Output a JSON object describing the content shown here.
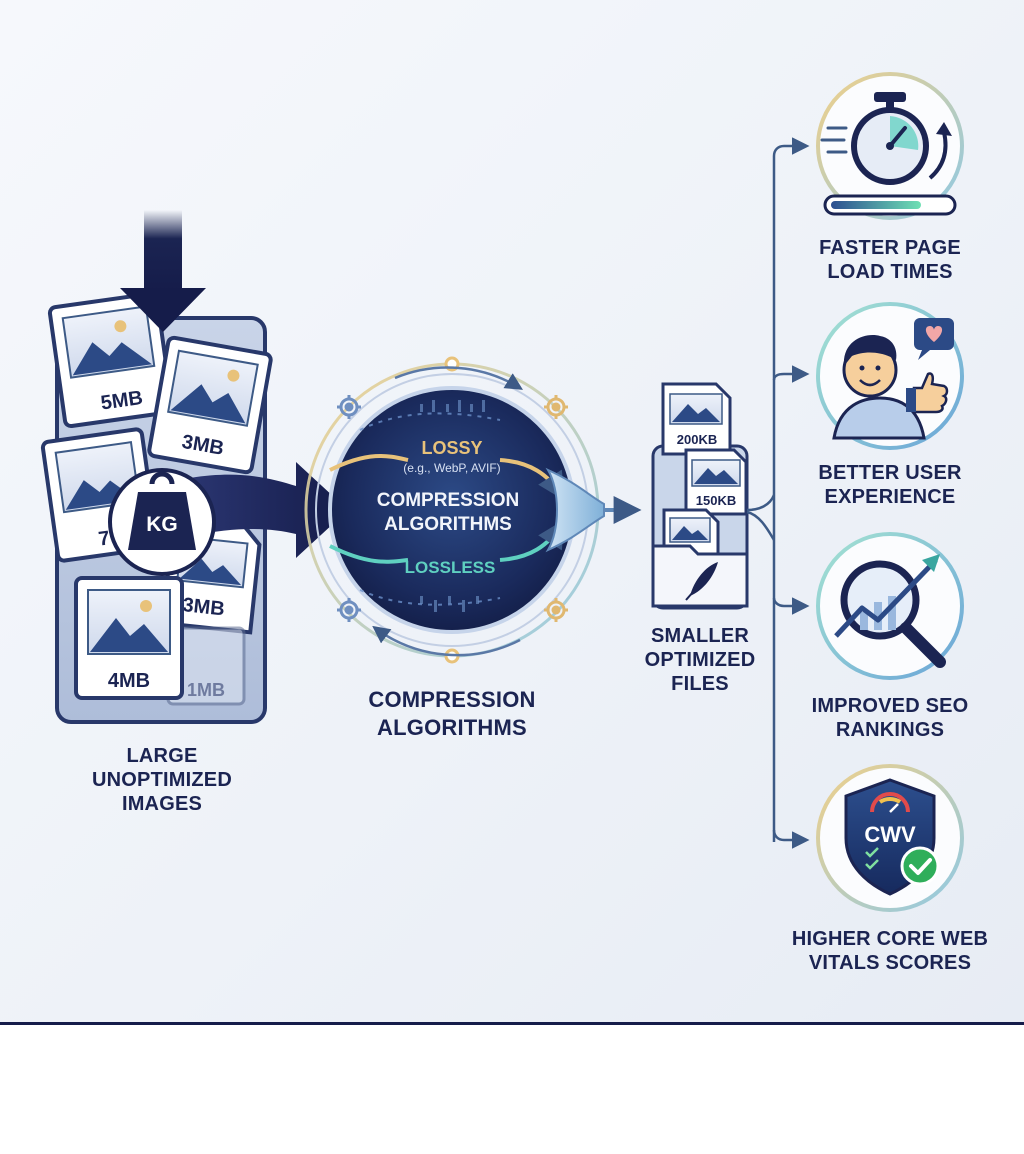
{
  "input": {
    "label_lines": [
      "LARGE",
      "UNOPTIMIZED",
      "IMAGES"
    ],
    "sizes": [
      "5MB",
      "3MB",
      "7",
      "3MB",
      "4MB",
      "1MB"
    ],
    "weight_label": "KG"
  },
  "compression": {
    "lossy_label": "LOSSY",
    "lossy_examples": "(e.g., WebP, AVIF)",
    "center_lines": [
      "COMPRESSION",
      "ALGORITHMS"
    ],
    "lossless_label": "LOSSLESS",
    "caption_lines": [
      "COMPRESSION",
      "ALGORITHMS"
    ]
  },
  "output": {
    "sizes": [
      "200KB",
      "150KB"
    ],
    "label_lines": [
      "SMALLER",
      "OPTIMIZED",
      "FILES"
    ]
  },
  "benefits": [
    {
      "icon": "stopwatch-icon",
      "lines": [
        "FASTER PAGE",
        "LOAD TIMES"
      ]
    },
    {
      "icon": "happy-user-icon",
      "lines": [
        "BETTER USER",
        "EXPERIENCE"
      ]
    },
    {
      "icon": "magnifier-chart-icon",
      "lines": [
        "IMPROVED SEO",
        "RANKINGS"
      ]
    },
    {
      "icon": "cwv-shield-icon",
      "badge": "CWV",
      "lines": [
        "HIGHER CORE WEB",
        "VITALS SCORES"
      ]
    }
  ],
  "colors": {
    "navy": "#1b2452",
    "steel": "#3d5a86",
    "gold": "#e8c27a",
    "teal": "#5fd0c0",
    "green": "#2fae5a"
  }
}
